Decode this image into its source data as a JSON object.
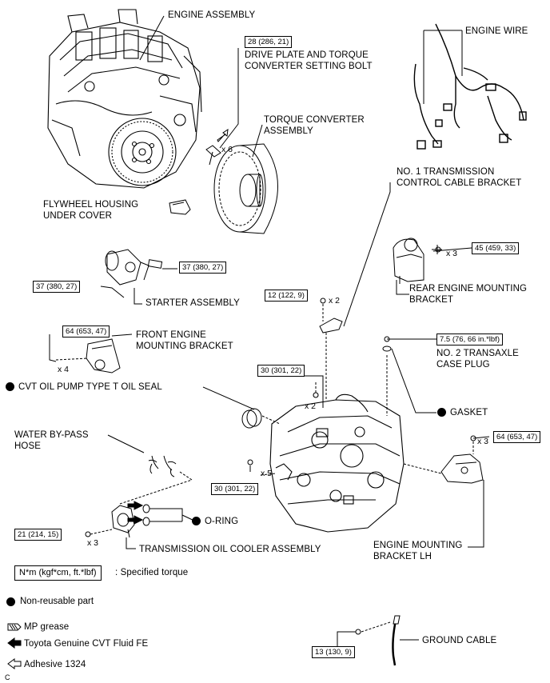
{
  "labels": {
    "engine_assembly": "ENGINE ASSEMBLY",
    "drive_plate_bolt": "DRIVE PLATE AND TORQUE\nCONVERTER SETTING BOLT",
    "torque_converter": "TORQUE CONVERTER\nASSEMBLY",
    "engine_wire": "ENGINE WIRE",
    "no1_bracket": "NO. 1 TRANSMISSION\nCONTROL CABLE BRACKET",
    "flywheel_cover": "FLYWHEEL HOUSING\nUNDER COVER",
    "rear_mount": "REAR ENGINE MOUNTING\nBRACKET",
    "starter": "STARTER ASSEMBLY",
    "front_mount": "FRONT ENGINE\nMOUNTING BRACKET",
    "no2_plug": "NO. 2 TRANSAXLE\nCASE PLUG",
    "oil_seal": "CVT OIL PUMP TYPE T OIL SEAL",
    "gasket": "GASKET",
    "water_hose": "WATER BY-PASS\nHOSE",
    "o_ring": "O-RING",
    "oil_cooler": "TRANSMISSION OIL COOLER ASSEMBLY",
    "mount_lh": "ENGINE MOUNTING\nBRACKET LH",
    "ground_cable": "GROUND CABLE"
  },
  "torques": {
    "drive_plate": "28 (286, 21)",
    "starter_upper": "37 (380, 27)",
    "starter_lower": "37 (380, 27)",
    "rear_mount": "45 (459, 33)",
    "no1_bracket": "12 (122, 9)",
    "front_mount": "64 (653, 47)",
    "no2_plug": "7.5 (76, 66 in.*lbf)",
    "upper_bolts": "30 (301, 22)",
    "lower_bolts": "30 (301, 22)",
    "mount_lh": "64 (653, 47)",
    "oil_cooler": "21 (214, 15)",
    "ground": "13 (130, 9)"
  },
  "quantities": {
    "drive_plate": "x 6",
    "rear_mount": "x 3",
    "no1_bracket": "x 2",
    "front_mount": "x 4",
    "upper_bolts": "x 2",
    "lower_bolts": "x 5",
    "mount_lh": "x 3",
    "oil_cooler": "x 3"
  },
  "legend": {
    "torque_box": "N*m (kgf*cm, ft.*lbf)",
    "torque_text": ": Specified torque",
    "non_reusable": "Non-reusable part",
    "mp_grease": "MP grease",
    "cvt_fluid": "Toyota Genuine CVT Fluid FE",
    "adhesive": "Adhesive 1324",
    "corner": "C"
  }
}
